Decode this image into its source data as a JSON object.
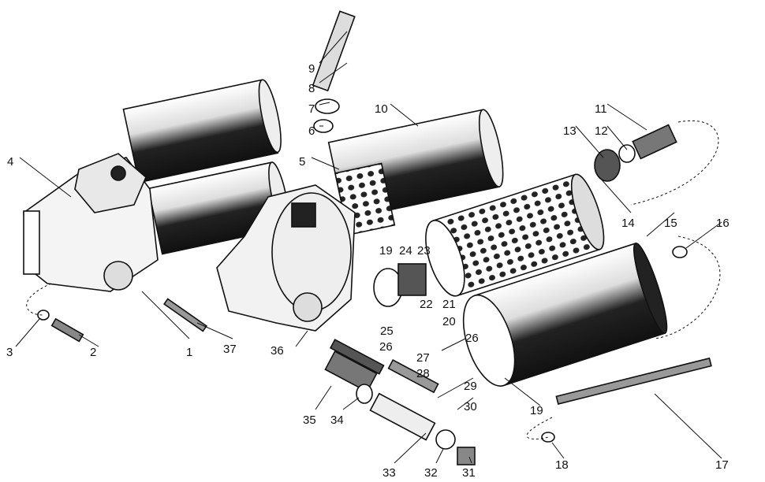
{
  "diagram": {
    "title": "Fuel filter assembly exploded view",
    "callouts": [
      "1",
      "2",
      "3",
      "4",
      "5",
      "6",
      "7",
      "8",
      "9",
      "10",
      "11",
      "12",
      "13",
      "14",
      "15",
      "16",
      "17",
      "18",
      "19",
      "19",
      "20",
      "21",
      "22",
      "23",
      "24",
      "25",
      "26",
      "26",
      "27",
      "28",
      "29",
      "30",
      "31",
      "32",
      "33",
      "34",
      "35",
      "36",
      "37"
    ],
    "colors": {
      "ink": "#111111",
      "shade": "#2a2a2a",
      "paper": "#ffffff"
    }
  }
}
